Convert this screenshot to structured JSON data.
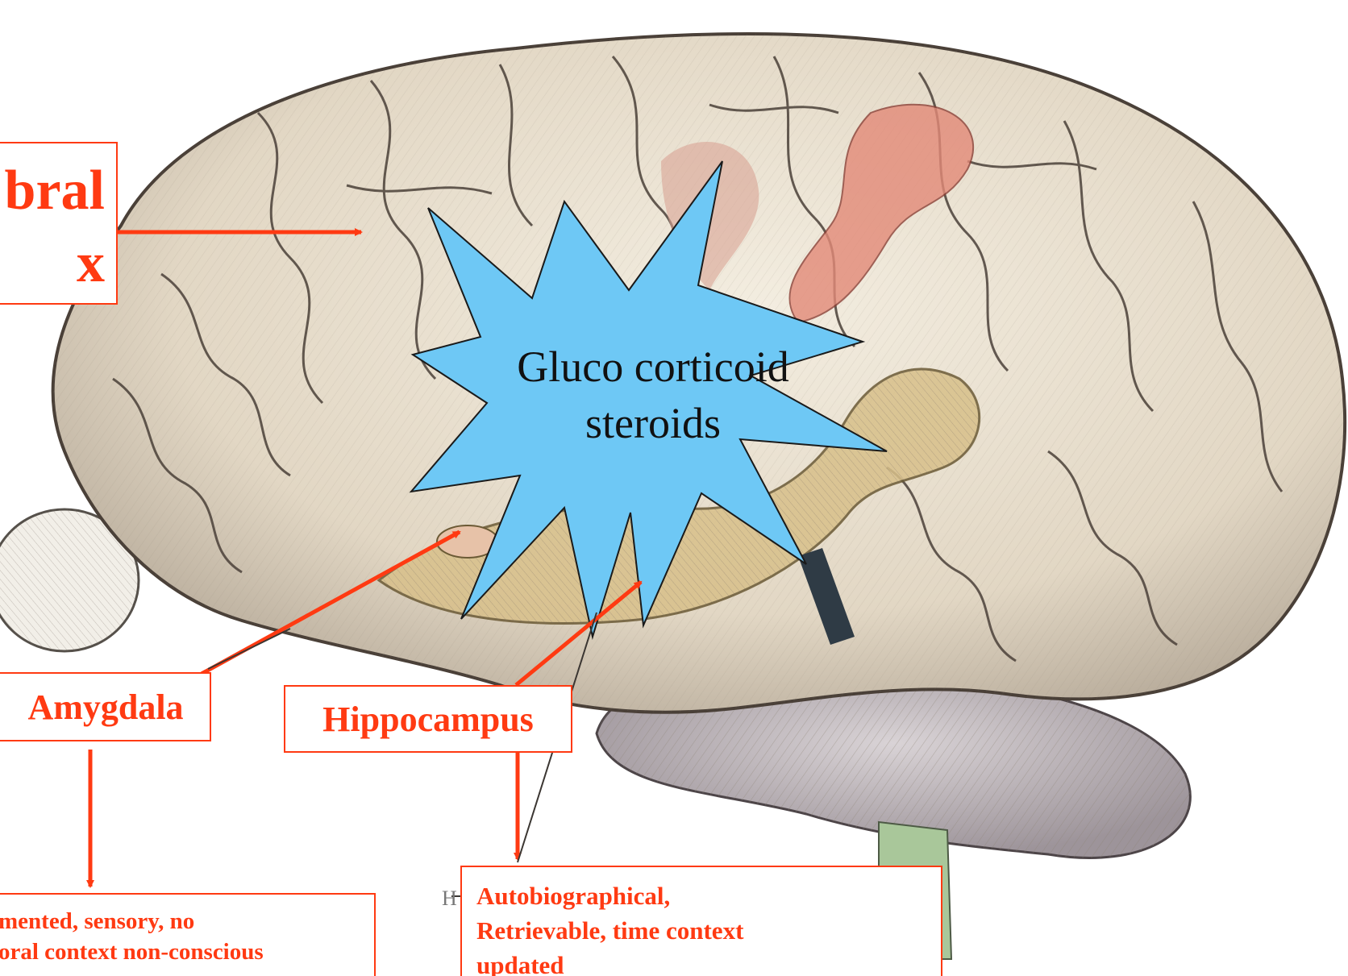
{
  "labels": {
    "cortex_line1": "bral",
    "cortex_line2": "x",
    "amygdala": "Amygdala",
    "hippocampus": "Hippocampus"
  },
  "descriptions": {
    "amygdala_line1": "mented, sensory, no",
    "amygdala_line2": "oral context non-conscious",
    "hippocampus_line1": "Autobiographical,",
    "hippocampus_line2": "Retrievable, time context",
    "hippocampus_line3": "updated"
  },
  "starburst": {
    "line1": "Gluco corticoid",
    "line2": "steroids",
    "fill_color": "#6ec8f5"
  },
  "background_letter": "H",
  "colors": {
    "accent": "#ff3a12",
    "brain_base": "#e9e1cf",
    "brain_highlight": "#e38a78",
    "hippocampus": "#d8c08a",
    "cerebellum": "#c7c0c4"
  }
}
